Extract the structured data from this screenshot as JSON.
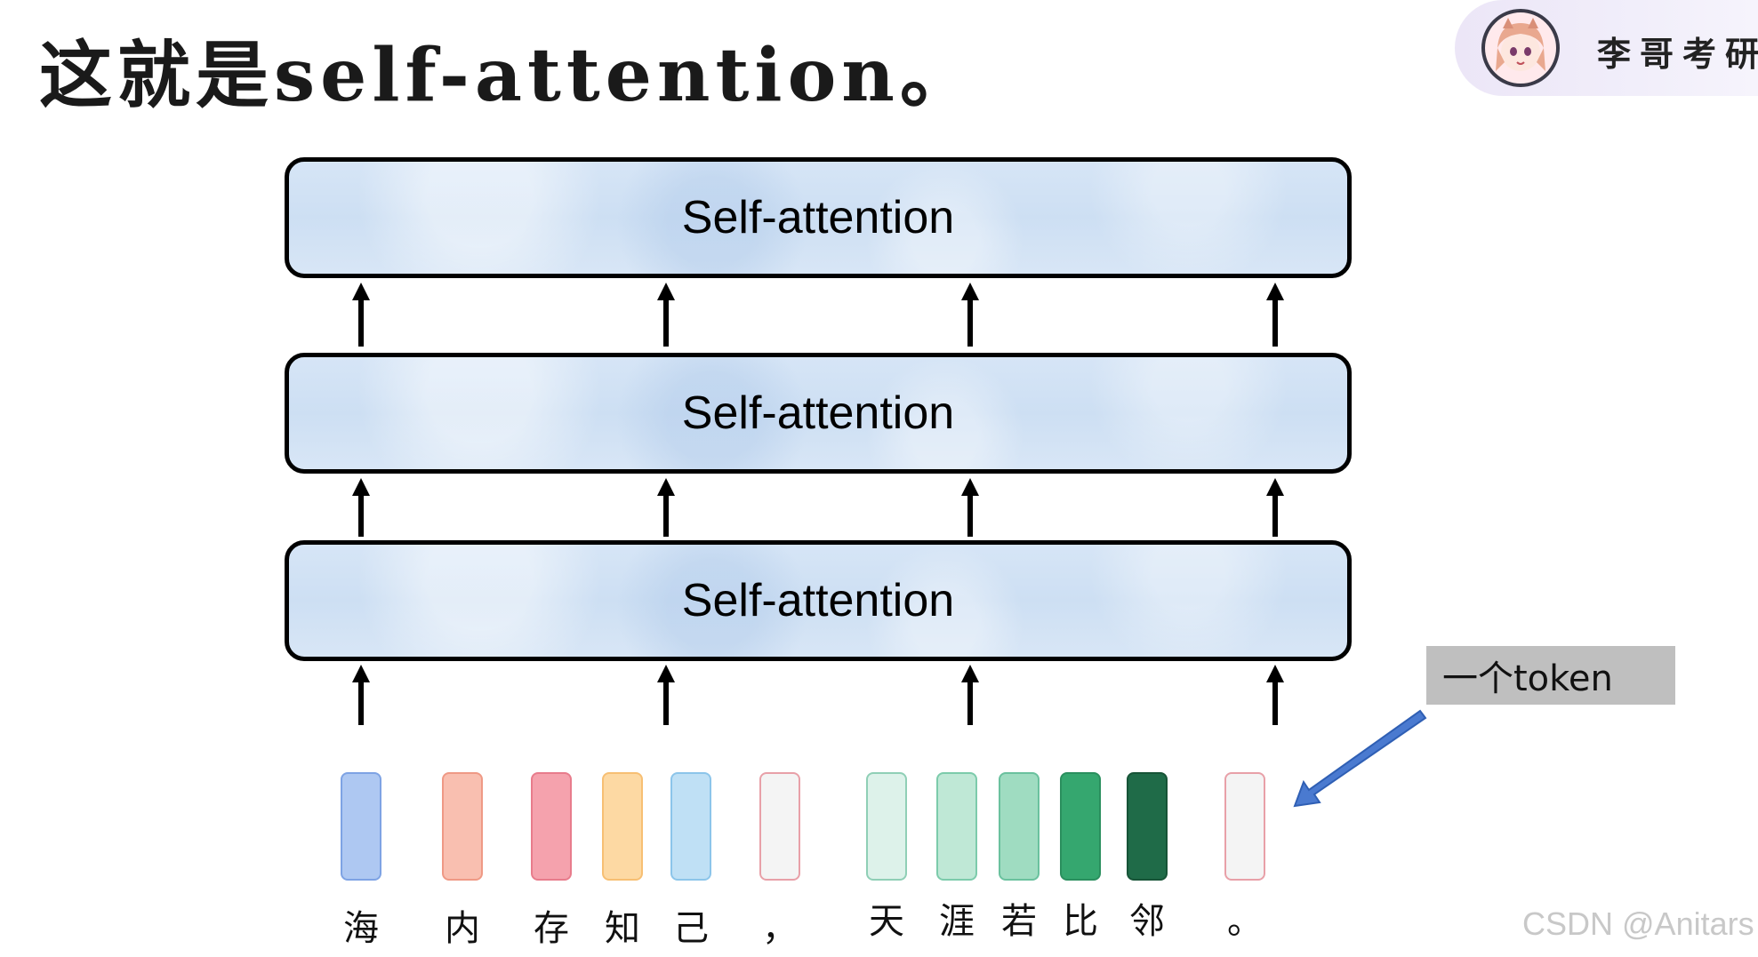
{
  "title": "这就是self-attention。",
  "brand": {
    "name": "李哥考研",
    "avatar_icon": "anime-girl-avatar-icon"
  },
  "layers": [
    {
      "label": "Self-attention"
    },
    {
      "label": "Self-attention"
    },
    {
      "label": "Self-attention"
    }
  ],
  "tokens": [
    {
      "char": "海",
      "fill": "#aec8f2",
      "border": "#7ea3e4"
    },
    {
      "char": "内",
      "fill": "#f9bfb0",
      "border": "#ef9985"
    },
    {
      "char": "存",
      "fill": "#f5a2ad",
      "border": "#e87c8c"
    },
    {
      "char": "知",
      "fill": "#fdd9a3",
      "border": "#f7bf73"
    },
    {
      "char": "己",
      "fill": "#bfe0f5",
      "border": "#8cc5ea"
    },
    {
      "char": "，",
      "fill": "#f4f4f4",
      "border": "#e8a0a8"
    },
    {
      "char": "天",
      "fill": "#ddf2ea",
      "border": "#8fcfb6"
    },
    {
      "char": "涯",
      "fill": "#bfe8d6",
      "border": "#7ccbab"
    },
    {
      "char": "若",
      "fill": "#9fdcc1",
      "border": "#6ac19e"
    },
    {
      "char": "比",
      "fill": "#35a76f",
      "border": "#2a8f5e"
    },
    {
      "char": "邻",
      "fill": "#1f6b48",
      "border": "#175437"
    },
    {
      "char": "。",
      "fill": "#f4f4f4",
      "border": "#e8a0a8"
    }
  ],
  "callout": {
    "label": "一个token",
    "arrow_color": "#4a7ad0"
  },
  "watermark": "CSDN @Anitars"
}
